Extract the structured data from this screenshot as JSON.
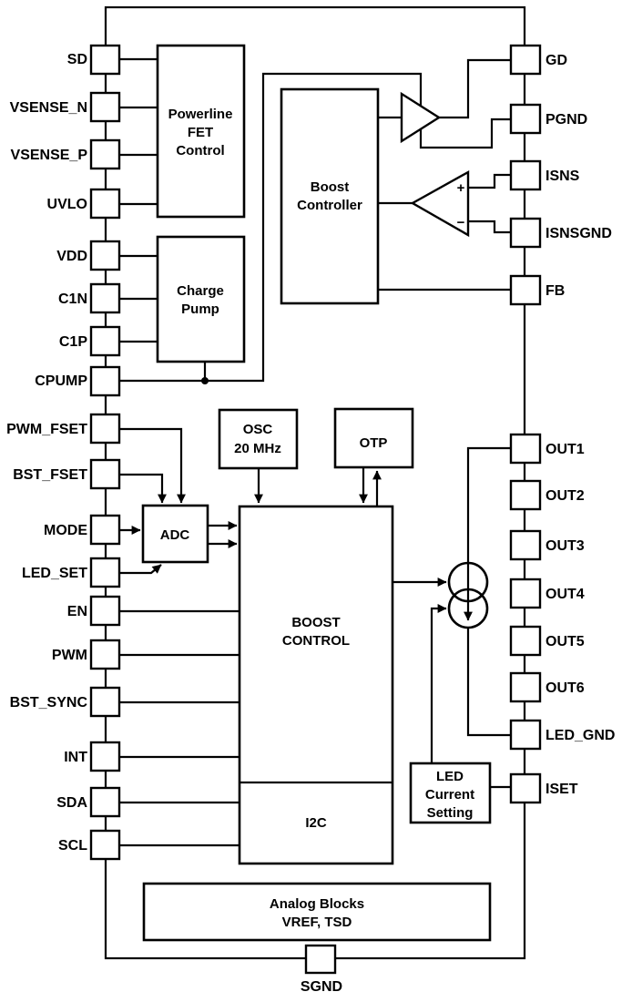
{
  "pins": {
    "left": [
      "SD",
      "VSENSE_N",
      "VSENSE_P",
      "UVLO",
      "VDD",
      "C1N",
      "C1P",
      "CPUMP",
      "PWM_FSET",
      "BST_FSET",
      "MODE",
      "LED_SET",
      "EN",
      "PWM",
      "BST_SYNC",
      "INT",
      "SDA",
      "SCL"
    ],
    "right": [
      "GD",
      "PGND",
      "ISNS",
      "ISNSGND",
      "FB",
      "OUT1",
      "OUT2",
      "OUT3",
      "OUT4",
      "OUT5",
      "OUT6",
      "LED_GND",
      "ISET"
    ],
    "bottom": "SGND"
  },
  "blocks": {
    "powerline_fet_control": {
      "line1": "Powerline",
      "line2": "FET",
      "line3": "Control"
    },
    "charge_pump": {
      "line1": "Charge",
      "line2": "Pump"
    },
    "boost_controller": {
      "line1": "Boost",
      "line2": "Controller"
    },
    "osc": {
      "line1": "OSC",
      "line2": "20 MHz"
    },
    "otp": {
      "label": "OTP"
    },
    "adc": {
      "label": "ADC"
    },
    "boost_control": {
      "line1": "BOOST",
      "line2": "CONTROL"
    },
    "i2c": {
      "label": "I2C"
    },
    "led_current_setting": {
      "line1": "LED",
      "line2": "Current",
      "line3": "Setting"
    },
    "analog_blocks": {
      "line1": "Analog Blocks",
      "line2": "VREF, TSD"
    }
  },
  "comparator": {
    "plus": "+",
    "minus": "−"
  },
  "colors": {
    "line": "#000000",
    "background": "#ffffff"
  }
}
